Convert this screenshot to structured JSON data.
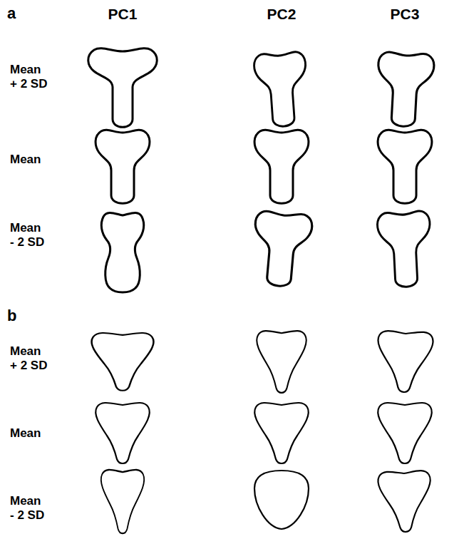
{
  "diagram": {
    "labels": [
      "a",
      "PC1",
      "PC2",
      "PC3",
      "Mean + 2 SD",
      "Mean",
      "Mean - 2 SD",
      "b",
      "Mean + 2 SD",
      "Mean",
      "Mean - 2 SD"
    ]
  }
}
